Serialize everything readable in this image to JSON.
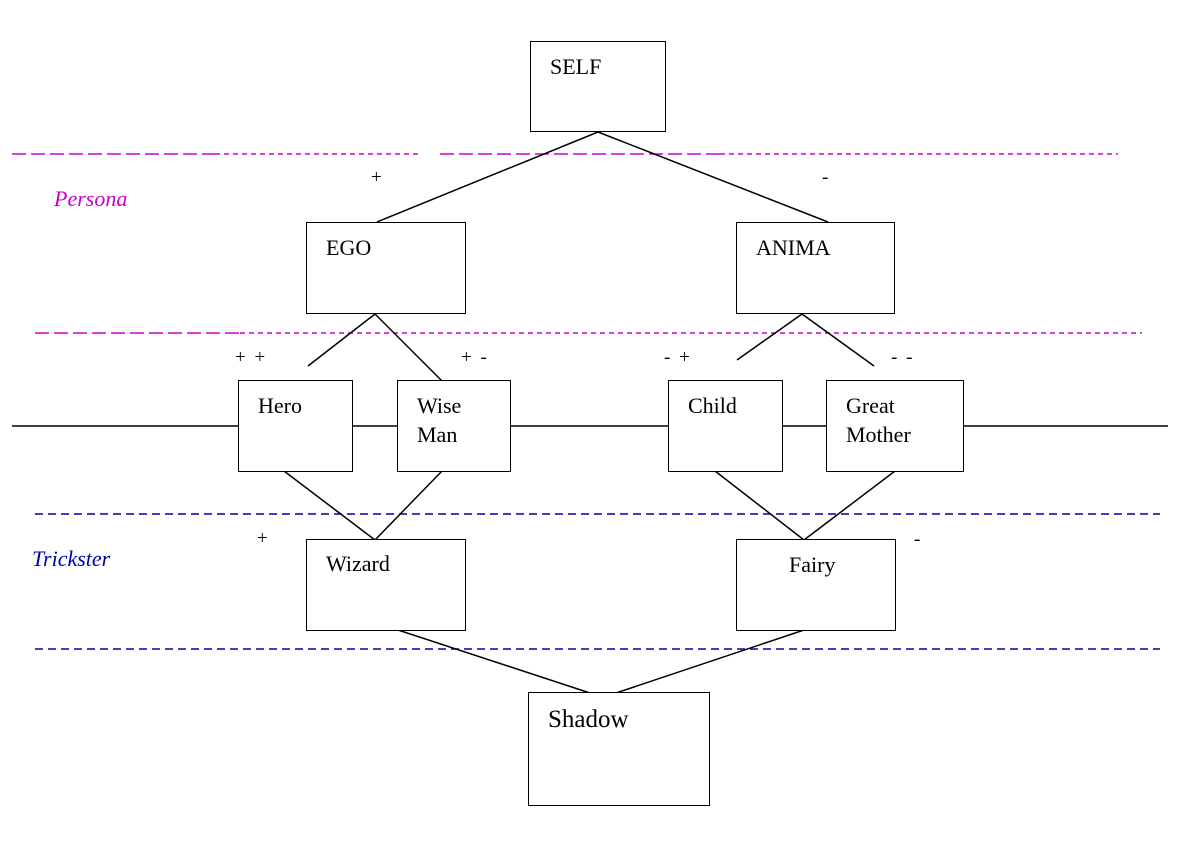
{
  "nodes": {
    "self": "SELF",
    "ego": "EGO",
    "anima": "ANIMA",
    "hero": "Hero",
    "wise_man": "Wise\nMan",
    "child": "Child",
    "great_mother": "Great\nMother",
    "wizard": "Wizard",
    "fairy": "Fairy",
    "shadow": "Shadow"
  },
  "signs": {
    "ego_link": "+",
    "anima_link": "-",
    "hero_link": "+ +",
    "wise_man_link": "+ -",
    "child_link": "- +",
    "great_mother_link": "- -",
    "wizard_link": "+",
    "fairy_link": "-"
  },
  "zones": {
    "persona": {
      "label": "Persona",
      "color": "#cc00cc"
    },
    "trickster": {
      "label": "Trickster",
      "color": "#0000aa"
    }
  }
}
